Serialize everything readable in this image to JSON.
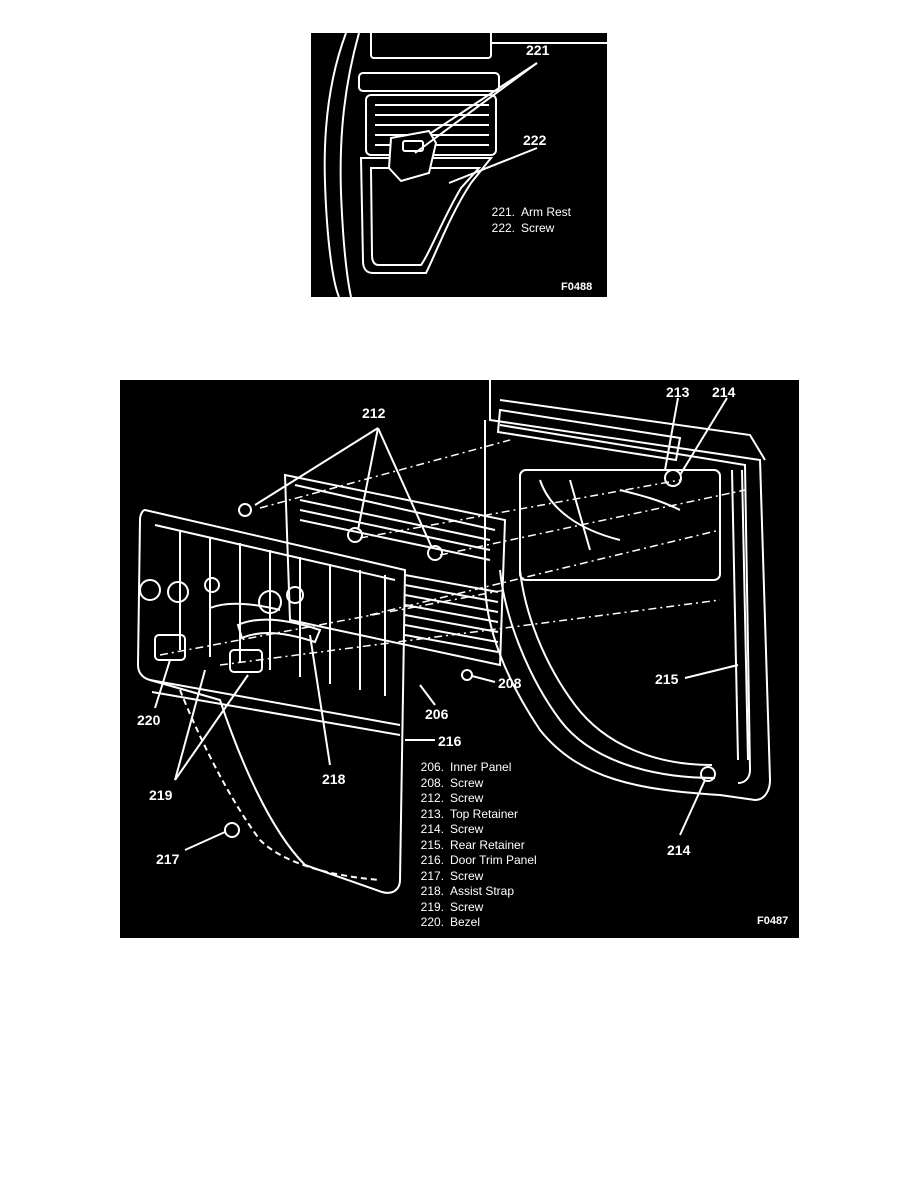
{
  "figure1": {
    "callouts": {
      "c221": "221",
      "c222": "222"
    },
    "legend": [
      {
        "num": "221.",
        "text": "Arm Rest"
      },
      {
        "num": "222.",
        "text": "Screw"
      }
    ],
    "figure_id": "F0488"
  },
  "figure2": {
    "callouts": {
      "c212": "212",
      "c213": "213",
      "c214a": "214",
      "c214b": "214",
      "c208": "208",
      "c206": "206",
      "c215": "215",
      "c216": "216",
      "c220": "220",
      "c218": "218",
      "c219": "219",
      "c217": "217"
    },
    "legend": [
      {
        "num": "206.",
        "text": "Inner Panel"
      },
      {
        "num": "208.",
        "text": "Screw"
      },
      {
        "num": "212.",
        "text": "Screw"
      },
      {
        "num": "213.",
        "text": "Top Retainer"
      },
      {
        "num": "214.",
        "text": "Screw"
      },
      {
        "num": "215.",
        "text": "Rear Retainer"
      },
      {
        "num": "216.",
        "text": "Door Trim Panel"
      },
      {
        "num": "217.",
        "text": "Screw"
      },
      {
        "num": "218.",
        "text": "Assist Strap"
      },
      {
        "num": "219.",
        "text": "Screw"
      },
      {
        "num": "220.",
        "text": "Bezel"
      }
    ],
    "figure_id": "F0487"
  }
}
